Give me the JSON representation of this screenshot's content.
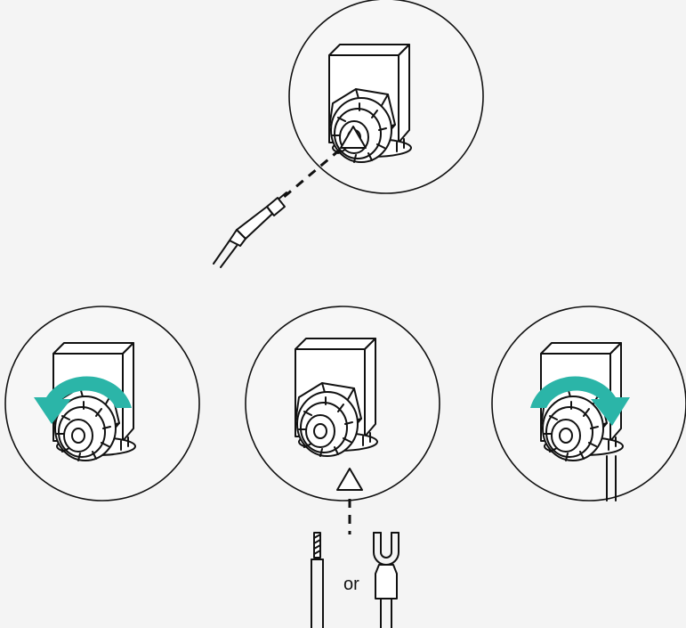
{
  "accent_color": "#2bb5a8",
  "labels": {
    "or_text": "or"
  },
  "steps": [
    {
      "id": "insert-banana-plug",
      "icons": [
        "banana-plug-icon",
        "insertion-arrow-icon"
      ]
    },
    {
      "id": "loosen-terminal",
      "icons": [
        "counterclockwise-arrow-icon"
      ]
    },
    {
      "id": "insert-wire",
      "icons": [
        "bare-wire-icon",
        "spade-connector-icon",
        "insertion-arrow-icon"
      ]
    },
    {
      "id": "tighten-terminal",
      "icons": [
        "clockwise-arrow-icon"
      ]
    }
  ]
}
